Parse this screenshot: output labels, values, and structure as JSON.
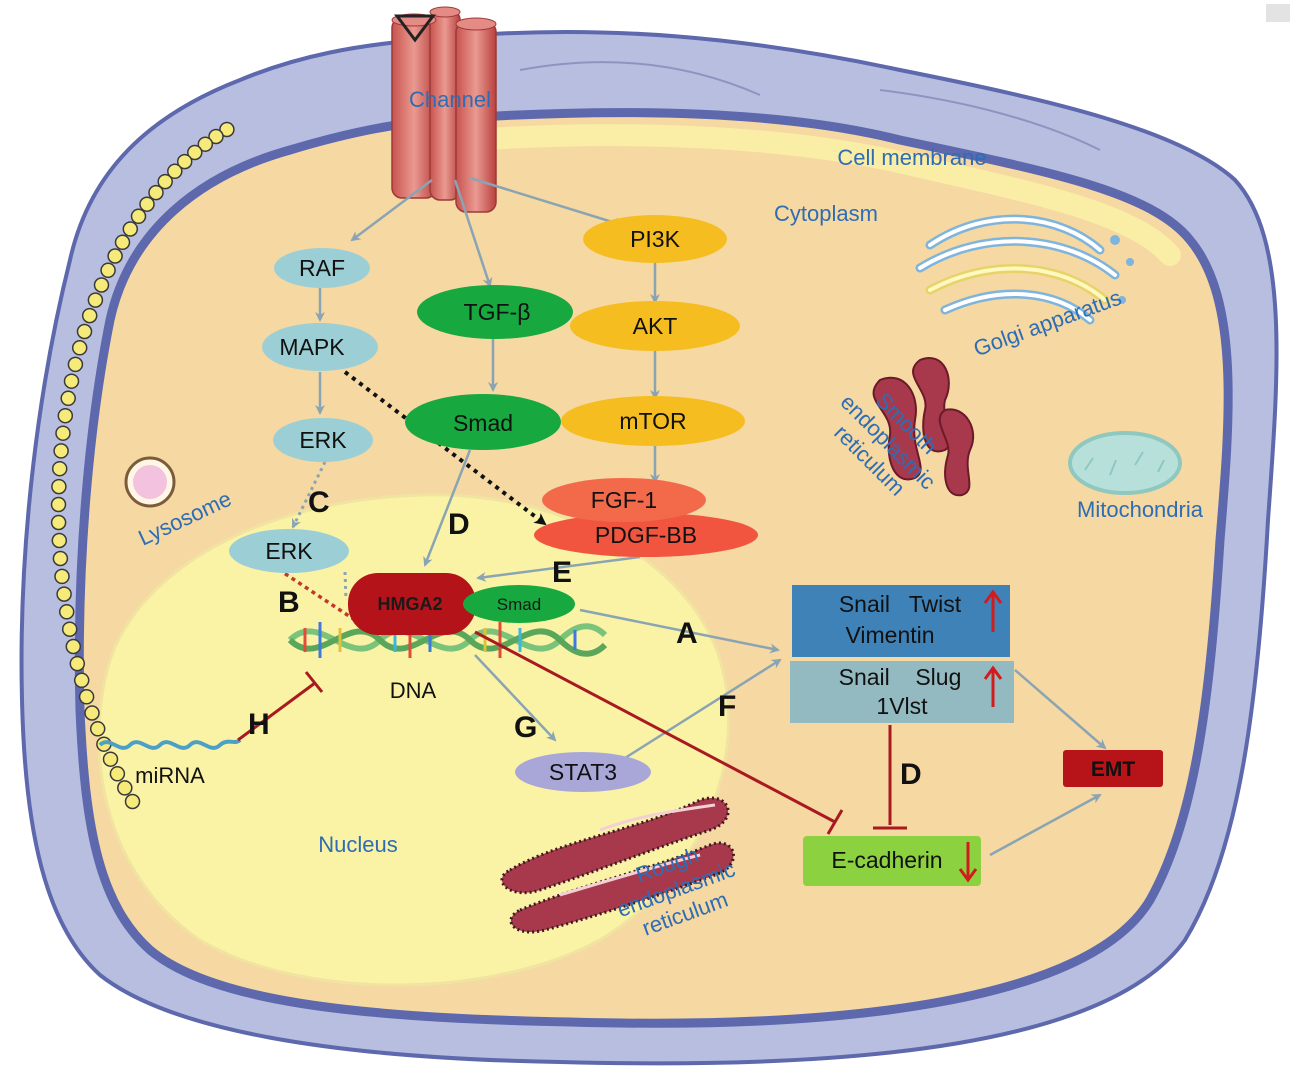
{
  "labels": {
    "channel": "Channel",
    "cell_membrane": "Cell membrane",
    "cytoplasm": "Cytoplasm",
    "golgi": "Golgi apparatus",
    "smooth_er": [
      "Smooth",
      "endoplasmic",
      "reticulum"
    ],
    "mitochondria": "Mitochondria",
    "lysosome": "Lysosome",
    "nucleus": "Nucleus",
    "rough_er": [
      "Rough",
      "endoplasmic",
      "reticulum"
    ],
    "dna": "DNA",
    "mirna": "miRNA"
  },
  "nodes": {
    "raf": "RAF",
    "mapk": "MAPK",
    "erk_cyto": "ERK",
    "erk_nuc": "ERK",
    "tgfb": "TGF-β",
    "smad_cyto": "Smad",
    "pi3k": "PI3K",
    "akt": "AKT",
    "mtor": "mTOR",
    "fgf1": "FGF-1",
    "pdgfbb": "PDGF-BB",
    "hmga2": "HMGA2",
    "smad_nuc": "Smad",
    "stat3": "STAT3",
    "emt": "EMT"
  },
  "boxes": {
    "box1_line1": "Snail   Twist",
    "box1_line2": "Vimentin",
    "box2_line1": "Snail    Slug",
    "box2_line2": "1Vlst",
    "ecadherin": "E-cadherin"
  },
  "letters": {
    "A": "A",
    "B": "B",
    "C": "C",
    "D1": "D",
    "D2": "D",
    "E": "E",
    "F": "F",
    "G": "G",
    "H": "H"
  },
  "colors": {
    "membrane": "#b8bedf",
    "membrane_edge": "#5d68ad",
    "cytoplasm": "#f5d8a2",
    "nucleus": "#faf3a6",
    "teal_node": "#9ccfd5",
    "green_node": "#17a83f",
    "orange_node": "#f6bd20",
    "red_node": "#f2553f",
    "hmga2": "#b5131a",
    "box_blue": "#3f82b8",
    "box_grey": "#93b9c1",
    "ecad_green": "#8cd13f",
    "emt_red": "#b7141a",
    "stat3": "#a9a7d8",
    "arrow_grey": "#8aa4b4",
    "inhibit_red": "#a81a20"
  }
}
